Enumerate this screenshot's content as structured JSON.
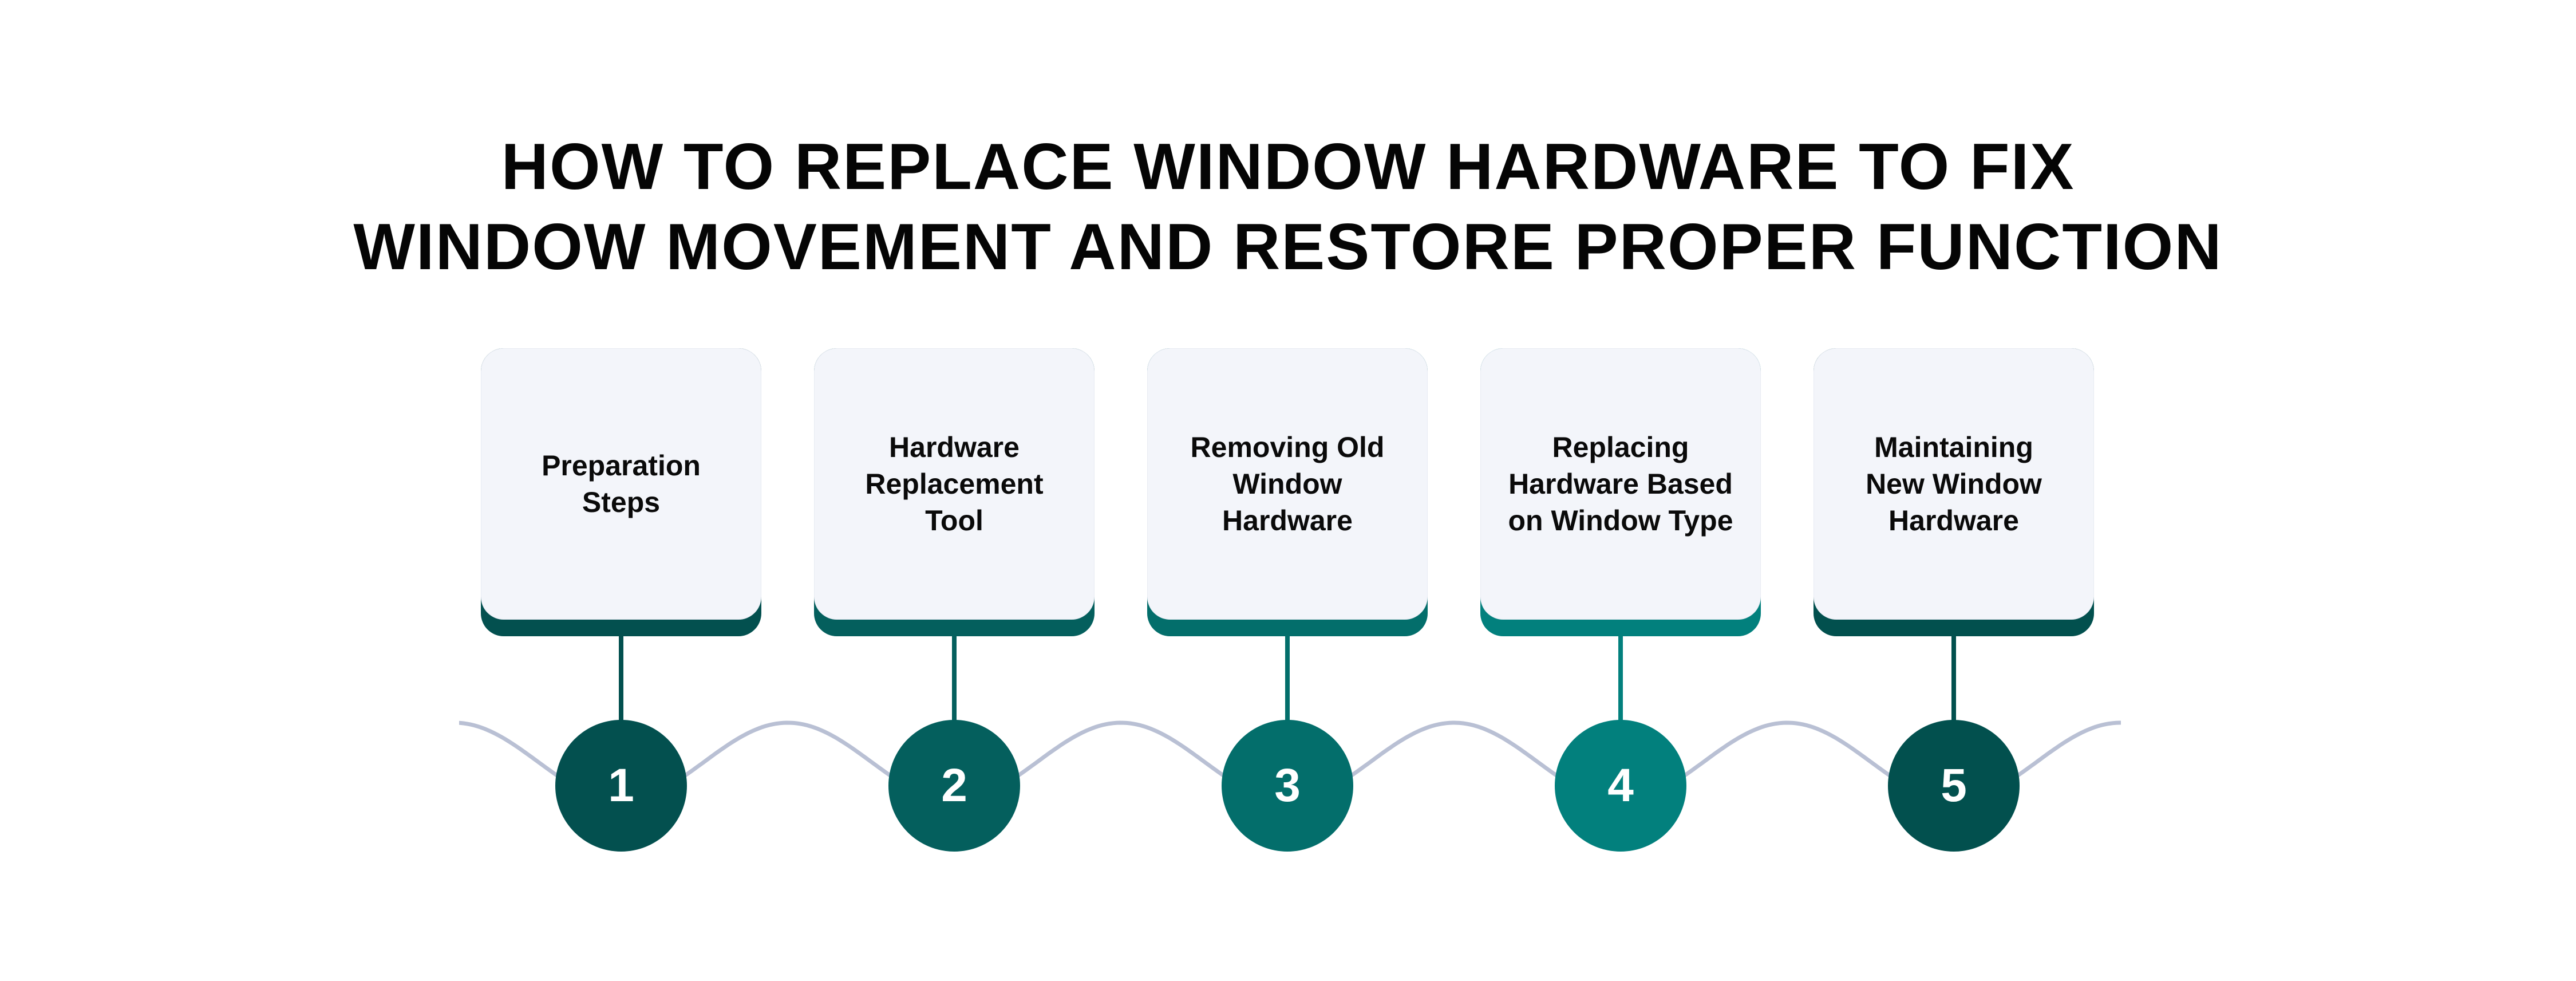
{
  "title": {
    "line1": "HOW TO REPLACE WINDOW HARDWARE TO FIX",
    "line2": "WINDOW MOVEMENT AND RESTORE PROPER FUNCTION"
  },
  "colors": {
    "wave": "#b9c0d4",
    "card_bg": "#f3f5fa"
  },
  "steps": [
    {
      "number": "1",
      "label": "Preparation\nSteps",
      "color": "#03504f"
    },
    {
      "number": "2",
      "label": "Hardware\nReplacement\nTool",
      "color": "#045f5d"
    },
    {
      "number": "3",
      "label": "Removing Old\nWindow\nHardware",
      "color": "#036e6b"
    },
    {
      "number": "4",
      "label": "Replacing\nHardware Based\non Window Type",
      "color": "#02807d"
    },
    {
      "number": "5",
      "label": "Maintaining\nNew Window\nHardware",
      "color": "#02504e"
    }
  ]
}
